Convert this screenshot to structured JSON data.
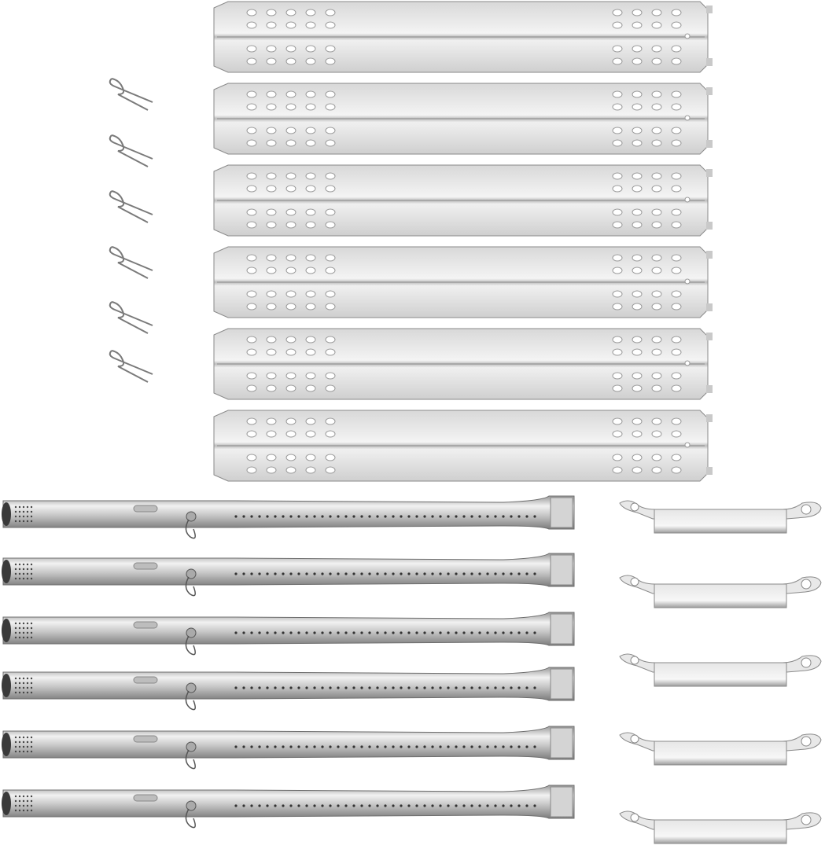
{
  "photo": {
    "background_color": "#ffffff",
    "metal_light": "#eeeeee",
    "metal_mid": "#c9c9c9",
    "metal_dark": "#8a8a8a",
    "hole_color": "#ffffff"
  },
  "items": {
    "heat_plates": {
      "count": 6
    },
    "hair_pin_clips": {
      "count": 6
    },
    "burner_tubes": {
      "count": 6
    },
    "crossover_channels": {
      "count": 5
    }
  }
}
